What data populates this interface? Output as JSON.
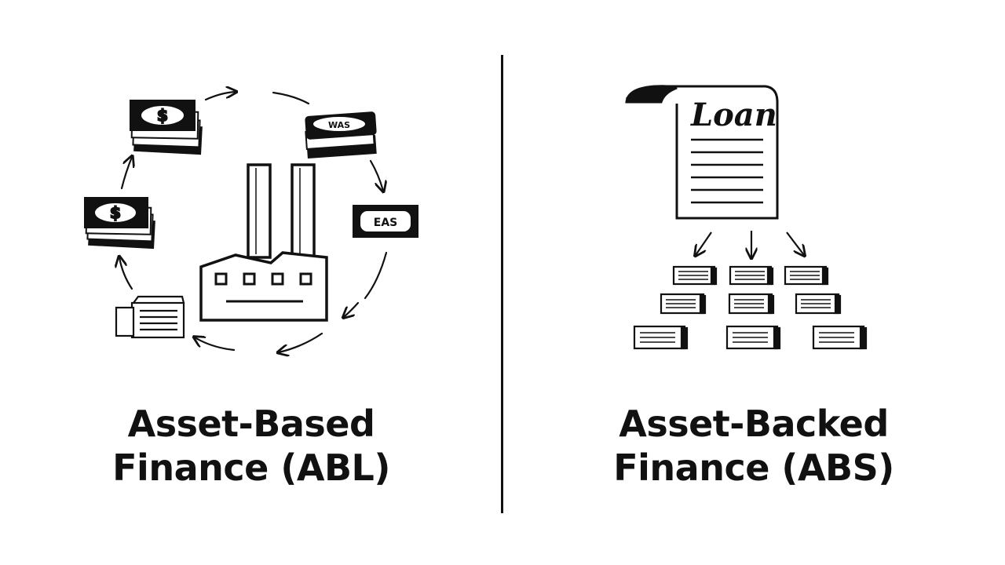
{
  "left": {
    "title_line1": "Asset-Based",
    "title_line2": "Finance (ABL)",
    "cash_symbol": "$",
    "cash_text_1": "WAS",
    "cash_text_2": "EAS"
  },
  "right": {
    "title_line1": "Asset-Backed",
    "title_line2": "Finance (ABS)",
    "document_label": "Loan"
  },
  "colors": {
    "ink": "#111111",
    "background": "#ffffff"
  }
}
